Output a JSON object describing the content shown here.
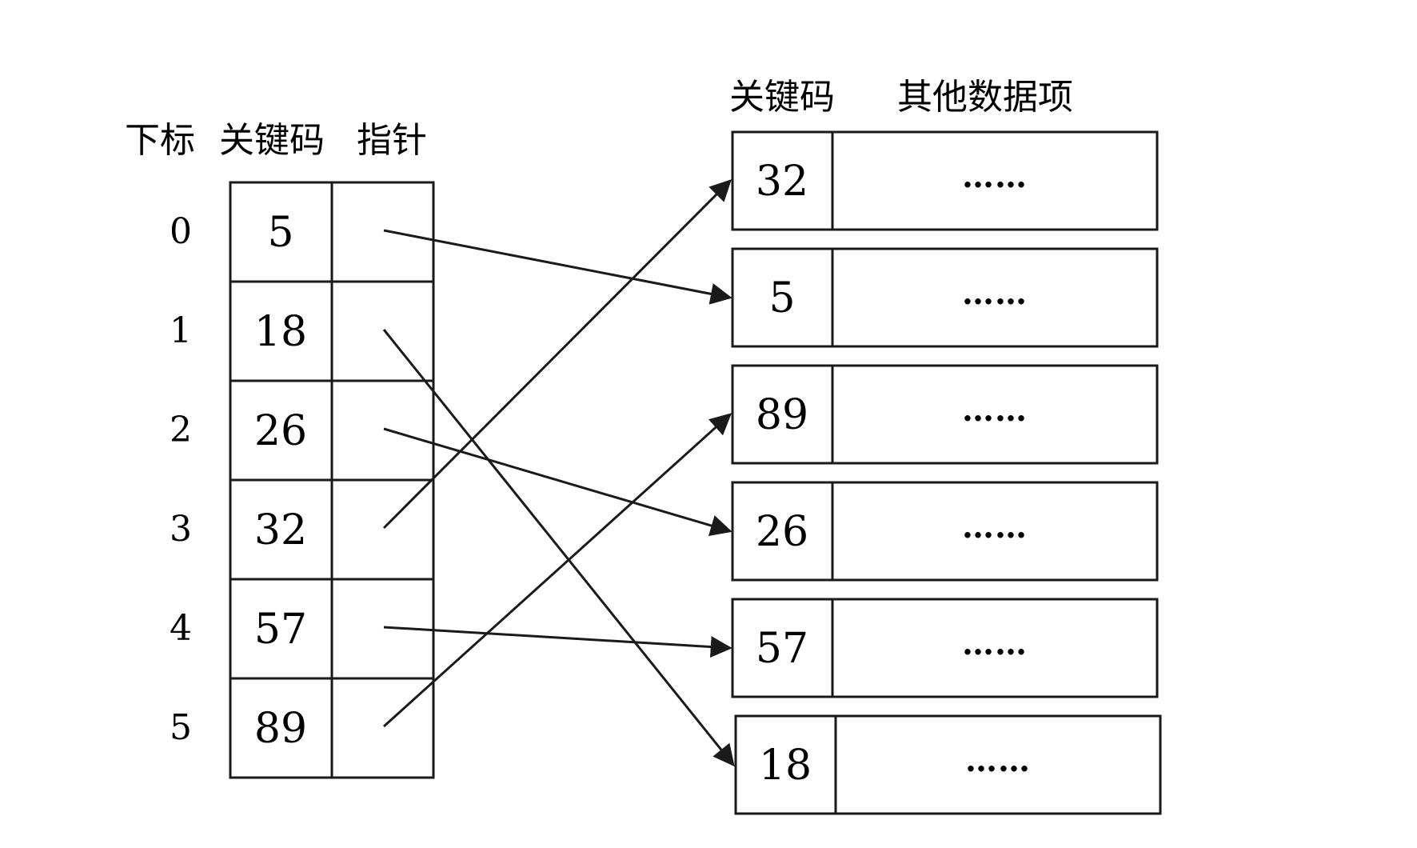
{
  "index_table": {
    "headers": {
      "index": "下标",
      "key": "关键码",
      "pointer": "指针"
    },
    "rows": [
      {
        "index": "0",
        "key": "5",
        "target": 1
      },
      {
        "index": "1",
        "key": "18",
        "target": 5
      },
      {
        "index": "2",
        "key": "26",
        "target": 3
      },
      {
        "index": "3",
        "key": "32",
        "target": 0
      },
      {
        "index": "4",
        "key": "57",
        "target": 4
      },
      {
        "index": "5",
        "key": "89",
        "target": 2
      }
    ]
  },
  "data_table": {
    "headers": {
      "key": "关键码",
      "other": "其他数据项"
    },
    "rows": [
      {
        "key": "32",
        "other": "……"
      },
      {
        "key": "5",
        "other": "……"
      },
      {
        "key": "89",
        "other": "……"
      },
      {
        "key": "26",
        "other": "……"
      },
      {
        "key": "57",
        "other": "……"
      },
      {
        "key": "18",
        "other": "……"
      }
    ]
  }
}
